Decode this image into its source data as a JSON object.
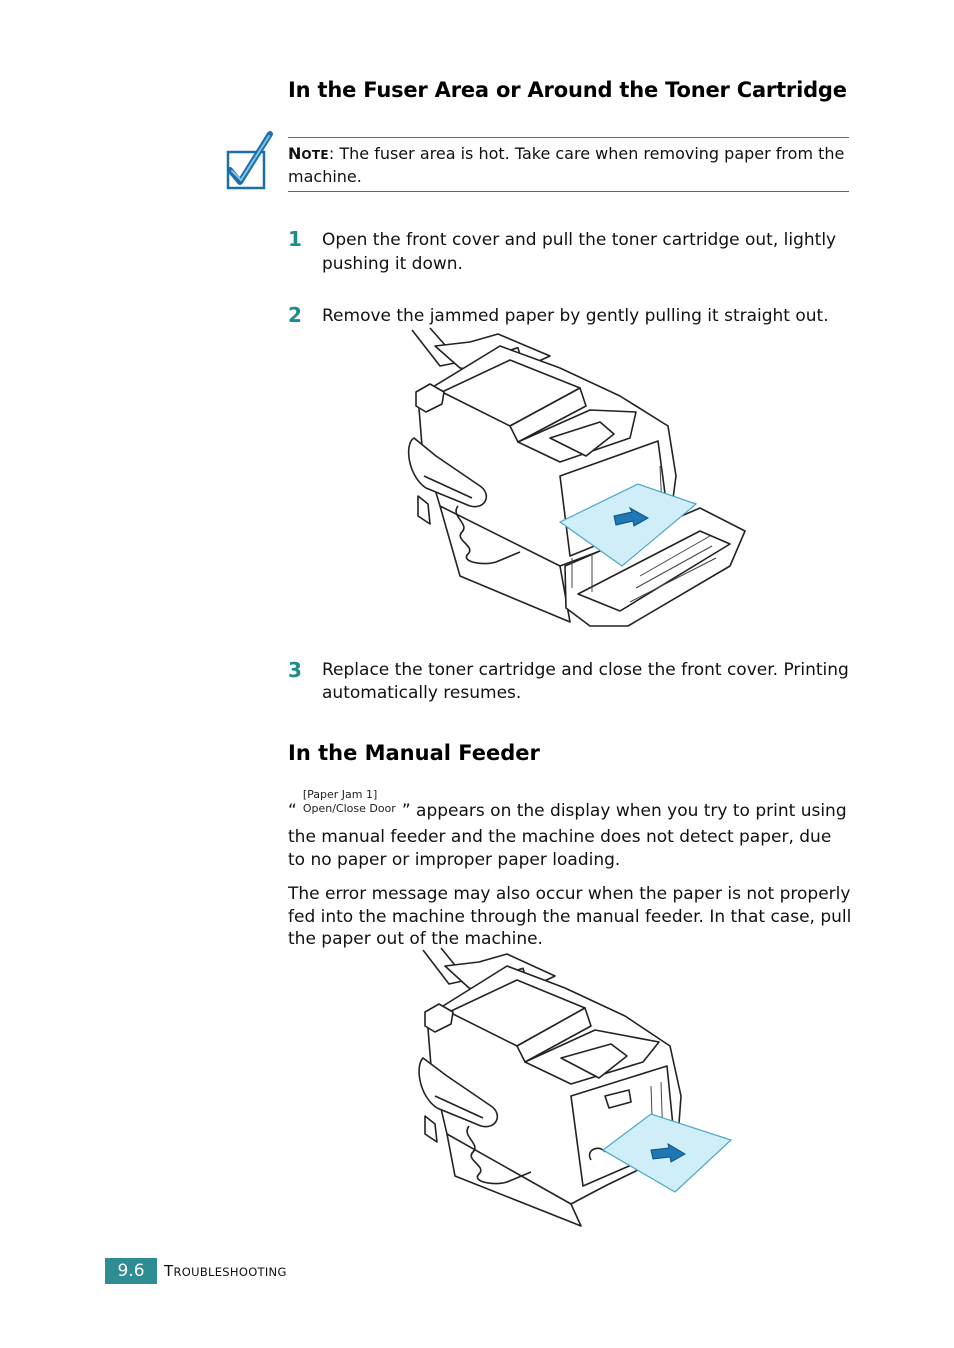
{
  "section1": {
    "heading": "In the Fuser Area or Around the Toner Cartridge",
    "note_label_first": "N",
    "note_label_rest": "OTE",
    "note_text": ": The fuser area is hot. Take care when removing paper from the machine.",
    "steps": [
      {
        "num": "1",
        "text": "Open the front cover and pull the toner cartridge out, lightly pushing it down."
      },
      {
        "num": "2",
        "text": "Remove the jammed paper by gently pulling it straight out."
      },
      {
        "num": "3",
        "text": "Replace the toner cartridge and close the front cover. Printing automatically resumes."
      }
    ]
  },
  "section2": {
    "heading": "In the Manual Feeder",
    "quote_open": "“",
    "lcd_line1": "[Paper Jam 1]",
    "lcd_line2": "Open/Close Door",
    "para1_rest": "” appears on the display when you try to print using the manual feeder and the machine does not detect paper, due to no paper or improper paper loading.",
    "para2": "The error message may also occur when the paper is not properly fed into the machine through the manual feeder. In that case, pull the paper out of the machine."
  },
  "footer": {
    "page_number": "9.6",
    "section_first": "T",
    "section_rest": "ROUBLESHOOTING"
  },
  "colors": {
    "accent": "#2d8d93",
    "paper_fill": "#cfeef8",
    "arrow": "#1f77b4"
  }
}
